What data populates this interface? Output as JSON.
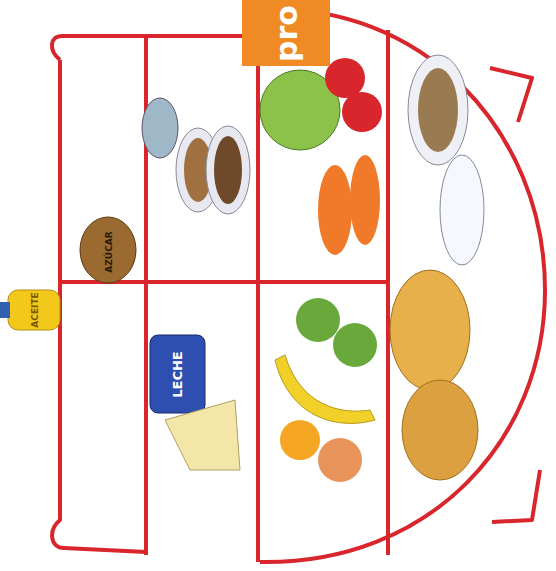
{
  "diagram": {
    "nodes": [
      {
        "text": [
          "pro"
        ]
      }
    ],
    "labels": [
      "AZÚCAR",
      "ACEITE",
      "LECHE"
    ]
  }
}
